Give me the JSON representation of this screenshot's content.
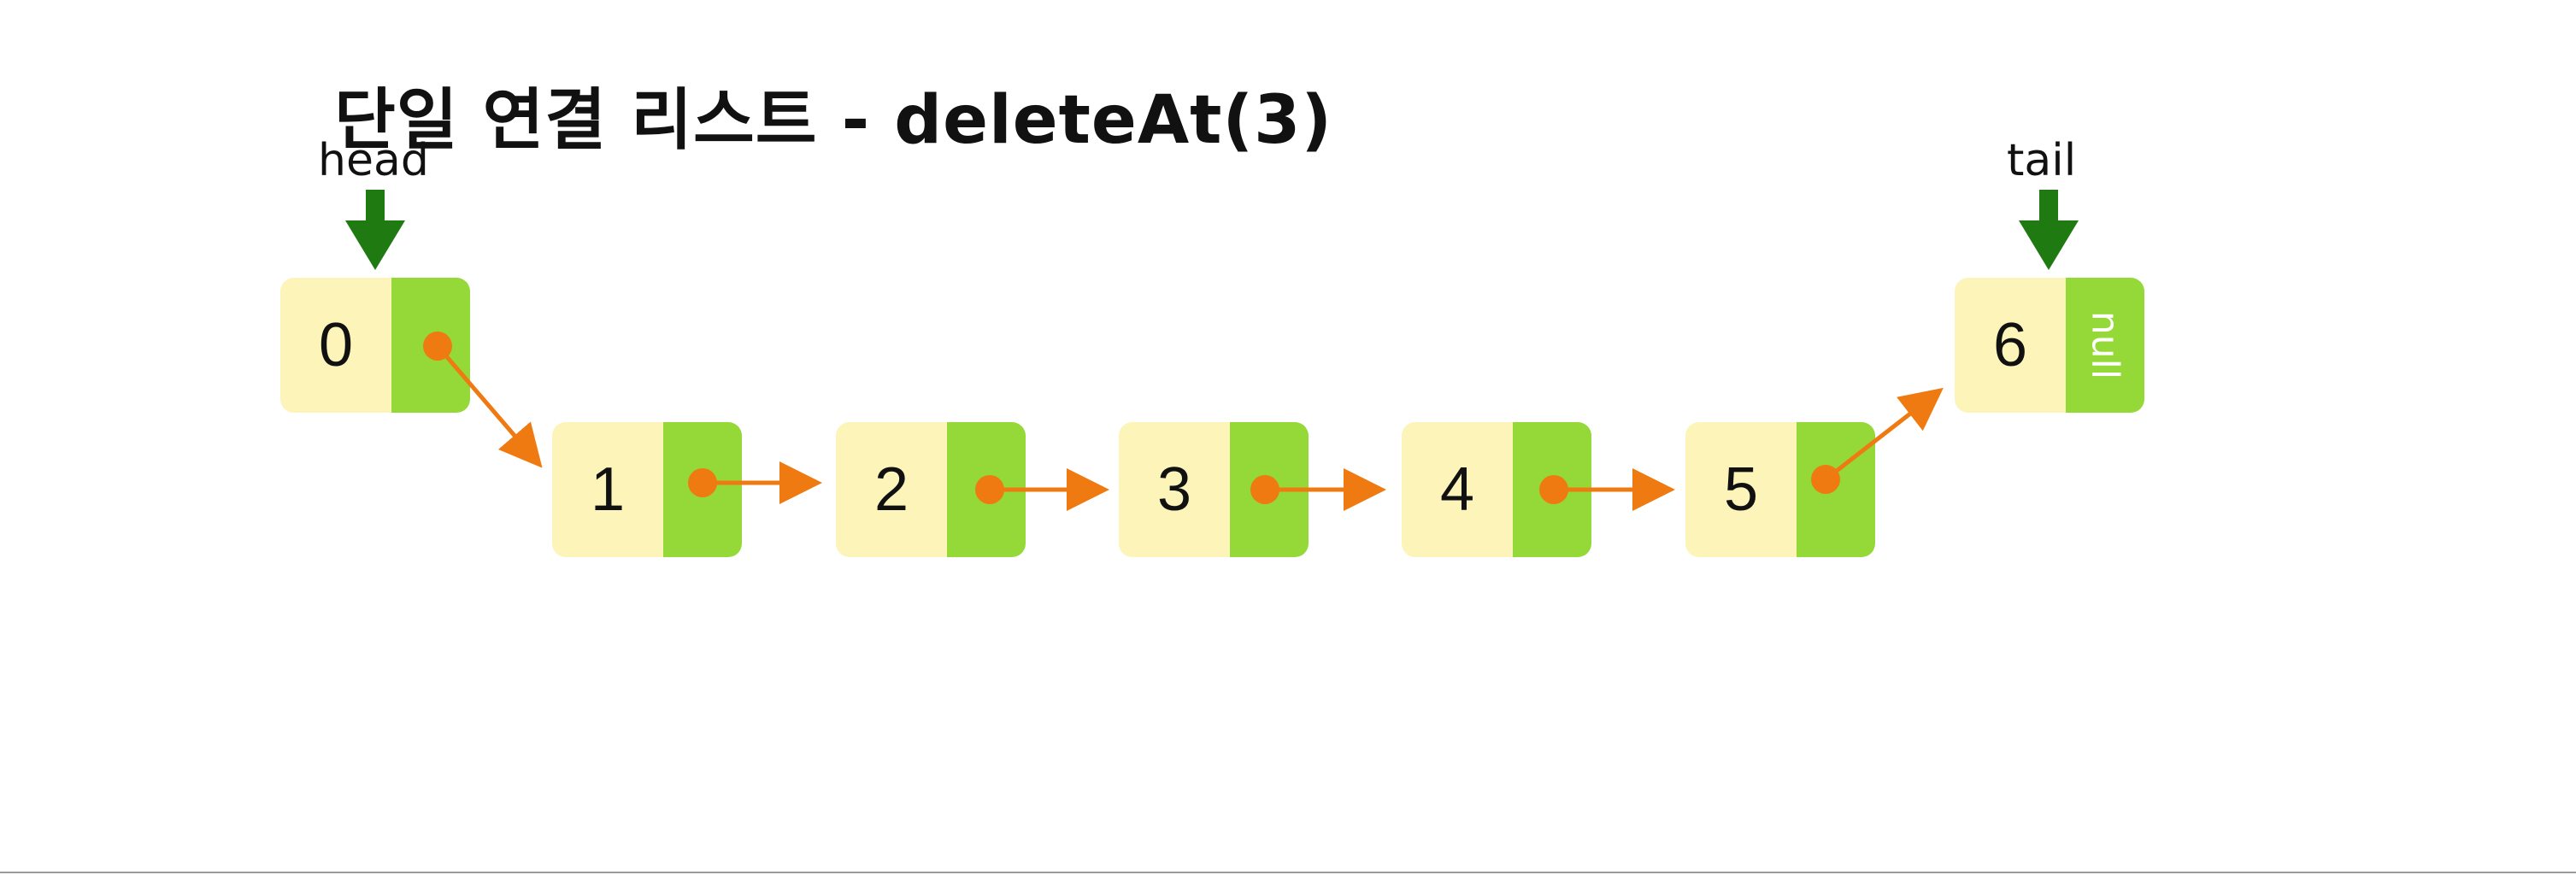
{
  "title": "단일 연결 리스트 - deleteAt(3)",
  "pointers": {
    "head": "head",
    "tail": "tail"
  },
  "nodes": [
    {
      "value": "0"
    },
    {
      "value": "1"
    },
    {
      "value": "2"
    },
    {
      "value": "3"
    },
    {
      "value": "4"
    },
    {
      "value": "5"
    },
    {
      "value": "6",
      "next": "null"
    }
  ],
  "colors": {
    "value_cell": "#fcf4b9",
    "next_cell": "#94d937",
    "link_arrow": "#ee7a11",
    "pointer_arrow": "#1f7a12"
  }
}
